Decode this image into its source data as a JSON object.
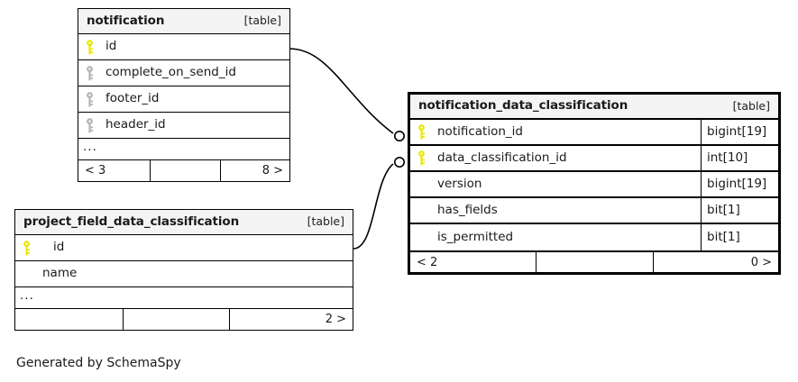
{
  "caption": "Generated by SchemaSpy",
  "colors": {
    "primary_key": "#e8e800",
    "foreign_key": "#b3b3b3",
    "header_background": "#f4f4f4",
    "border": "#000000",
    "background": "#ffffff"
  },
  "table_tag": "[table]",
  "ellipsis": "...",
  "tables": [
    {
      "name": "notification",
      "tag": "[table]",
      "columns": [
        {
          "label": "id",
          "key": "primary",
          "type": ""
        },
        {
          "label": "complete_on_send_id",
          "key": "foreign",
          "type": ""
        },
        {
          "label": "footer_id",
          "key": "foreign",
          "type": ""
        },
        {
          "label": "header_id",
          "key": "foreign",
          "type": ""
        }
      ],
      "has_ellipsis_row": true,
      "footer": {
        "left": "< 3",
        "middle": "",
        "right": "8 >"
      }
    },
    {
      "name": "project_field_data_classification",
      "tag": "[table]",
      "columns": [
        {
          "label": "id",
          "key": "primary",
          "type": ""
        },
        {
          "label": "name",
          "key": "none",
          "type": ""
        }
      ],
      "has_ellipsis_row": true,
      "footer": {
        "left": "",
        "middle": "",
        "right": "2 >"
      }
    },
    {
      "name": "notification_data_classification",
      "tag": "[table]",
      "columns": [
        {
          "label": "notification_id",
          "key": "primary",
          "type": "bigint[19]"
        },
        {
          "label": "data_classification_id",
          "key": "primary",
          "type": "int[10]"
        },
        {
          "label": "version",
          "key": "none",
          "type": "bigint[19]"
        },
        {
          "label": "has_fields",
          "key": "none",
          "type": "bit[1]"
        },
        {
          "label": "is_permitted",
          "key": "none",
          "type": "bit[1]"
        }
      ],
      "has_ellipsis_row": false,
      "footer": {
        "left": "< 2",
        "middle": "",
        "right": "0 >"
      }
    }
  ],
  "relationships": [
    {
      "from_table": "notification",
      "from_column": "id",
      "to_table": "notification_data_classification",
      "to_column": "notification_id",
      "cardinality": "zero-or-many"
    },
    {
      "from_table": "project_field_data_classification",
      "from_column": "id",
      "to_table": "notification_data_classification",
      "to_column": "data_classification_id",
      "cardinality": "zero-or-many"
    }
  ]
}
